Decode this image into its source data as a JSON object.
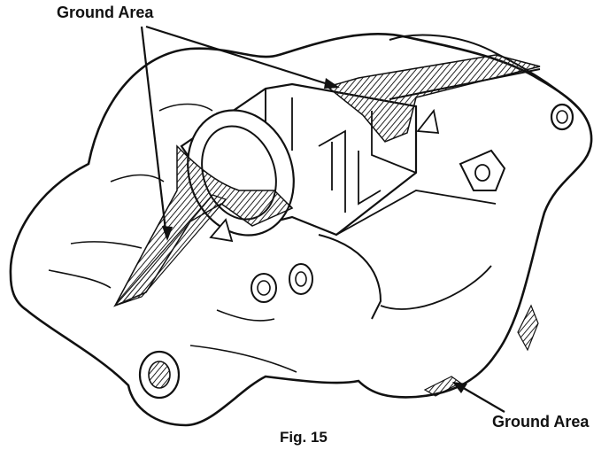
{
  "diagram": {
    "labels": {
      "top": "Ground Area",
      "bottom": "Ground Area"
    },
    "caption": "Fig. 15"
  },
  "colors": {
    "line": "#111111",
    "hatch": "#222222",
    "background": "#ffffff"
  }
}
